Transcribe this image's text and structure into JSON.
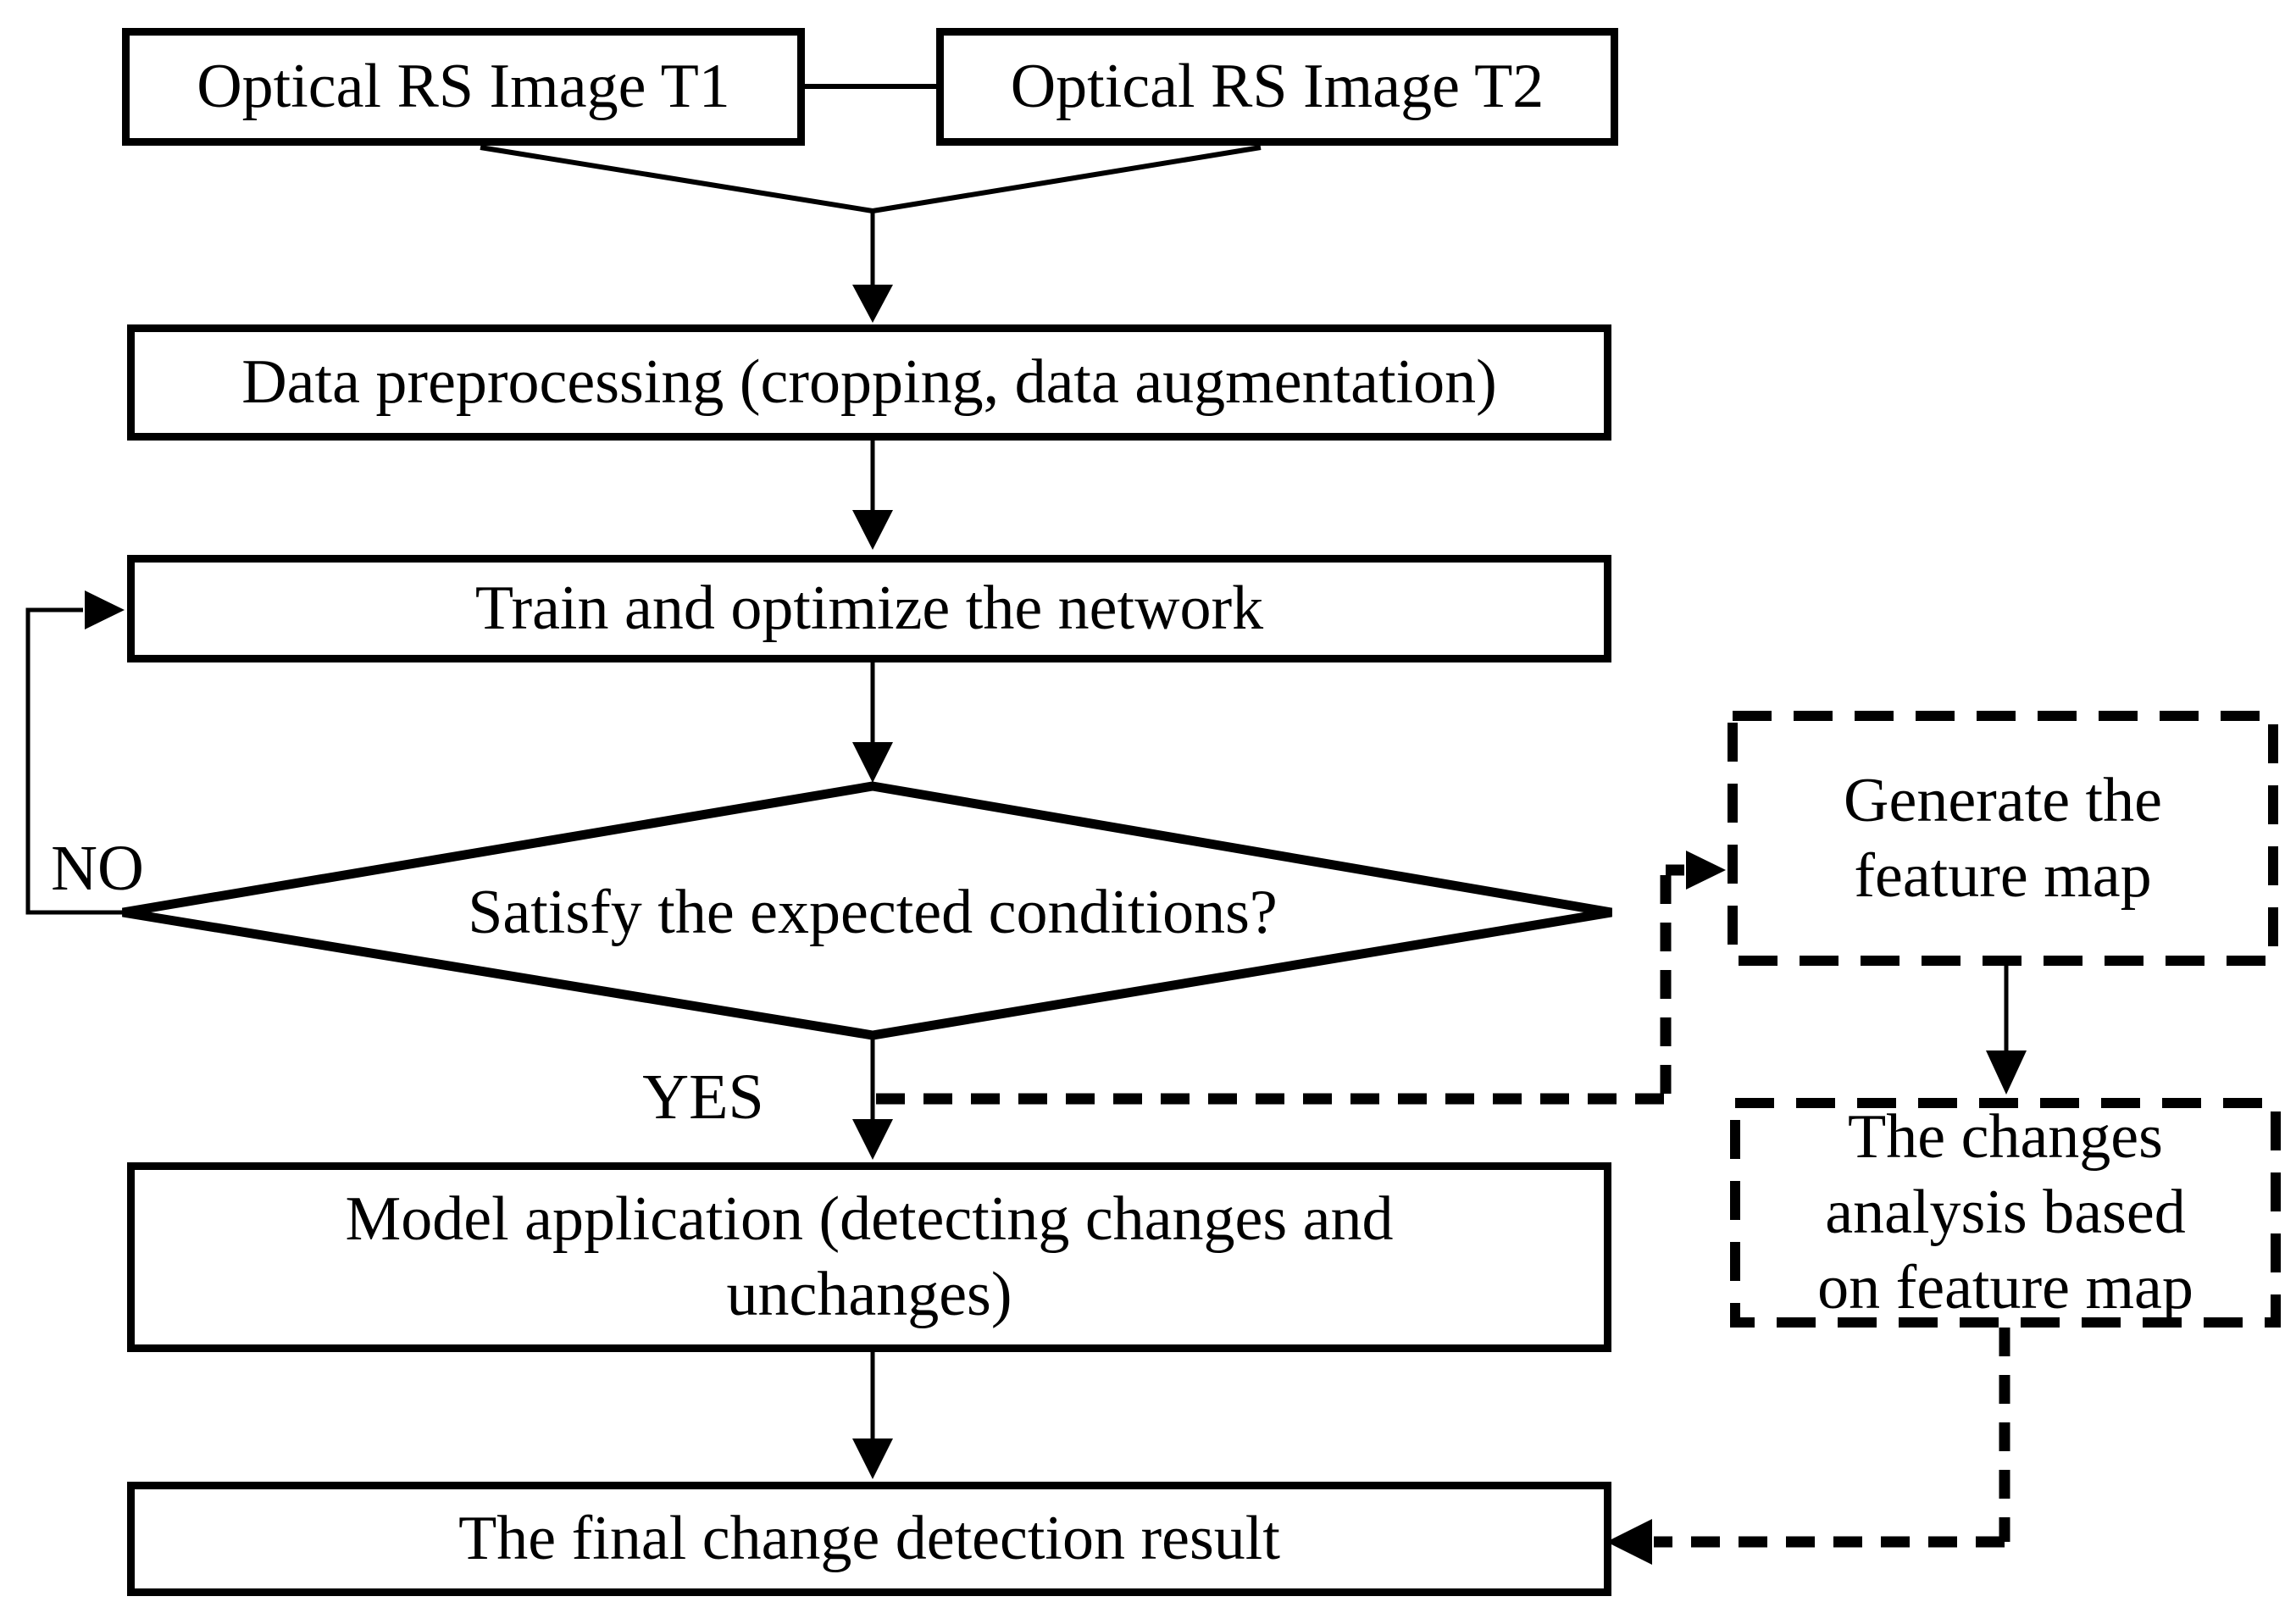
{
  "figure": {
    "background": "#ffffff",
    "stroke_color": "#000000",
    "text_color": "#000000"
  },
  "nodes": {
    "t1": {
      "label": "Optical RS Image T1"
    },
    "t2": {
      "label": "Optical RS Image T2"
    },
    "preprocessing": {
      "label": "Data preprocessing (cropping, data augmentation)"
    },
    "train": {
      "label": "Train and optimize the network"
    },
    "decision": {
      "label": "Satisfy the expected conditions?"
    },
    "model_application": {
      "lines": [
        "Model application (detecting changes and",
        "unchanges)"
      ]
    },
    "final_result": {
      "label": "The final change detection result"
    },
    "generate_feature_map": {
      "lines": [
        "Generate the",
        "feature map"
      ]
    },
    "changes_analysis": {
      "lines": [
        "The changes",
        "analysis based",
        "on feature map"
      ]
    }
  },
  "edge_labels": {
    "no": "NO",
    "yes": "YES"
  }
}
